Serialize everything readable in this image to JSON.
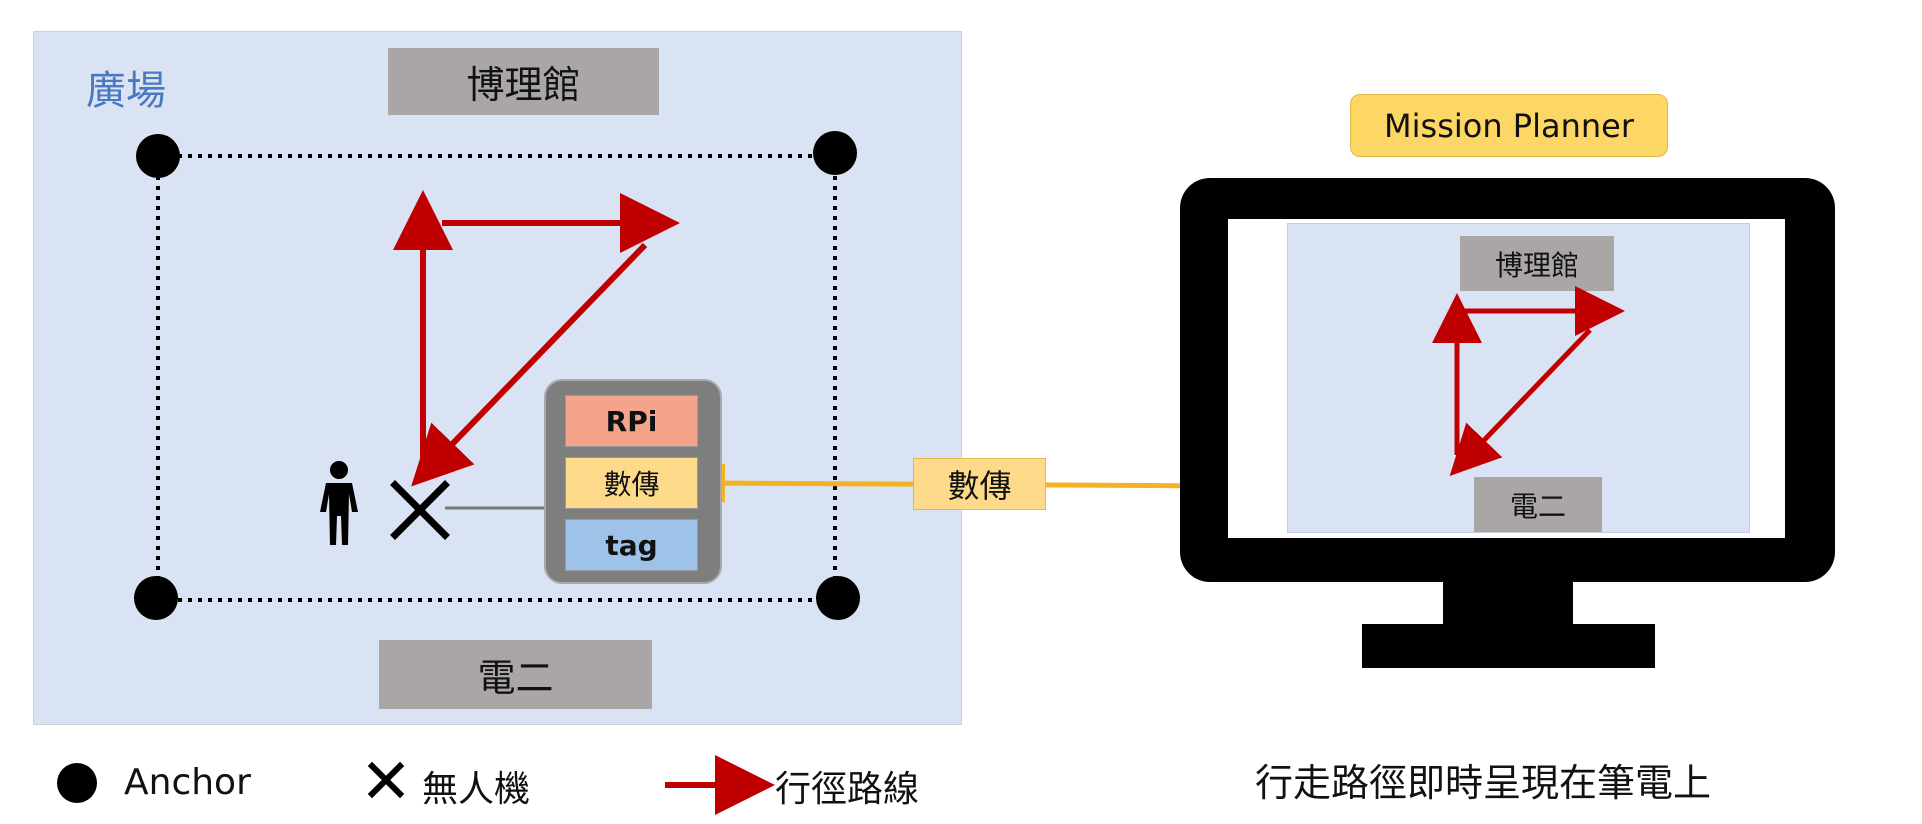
{
  "plaza": {
    "label": "廣場"
  },
  "buildings": {
    "top": "博理館",
    "bottom": "電二"
  },
  "hardware": {
    "rpi": "RPi",
    "radio": "數傳",
    "tag": "tag"
  },
  "link_label": "數傳",
  "monitor": {
    "app_badge": "Mission Planner",
    "mini_top": "博理館",
    "mini_bottom": "電二"
  },
  "legend": {
    "anchor": "Anchor",
    "drone": "無人機",
    "path": "行徑路線"
  },
  "caption": "行走路徑即時呈現在筆電上",
  "colors": {
    "path": "#c00000",
    "link": "#f4b322",
    "plaza": "#dae3f3",
    "label_blue": "#4a78c2"
  },
  "icons": [
    "anchor-dot",
    "drone-x-icon",
    "person-icon",
    "arrow-icon"
  ]
}
